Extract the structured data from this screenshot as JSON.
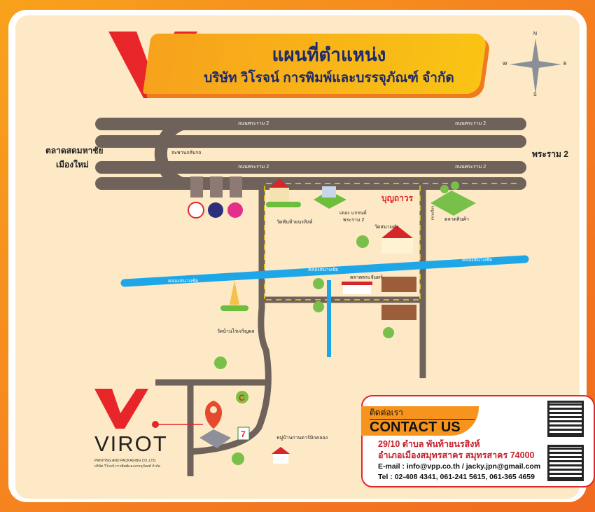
{
  "header": {
    "title": "แผนที่ตำแหน่ง",
    "subtitle": "บริษัท วิโรจน์ การพิมพ์และบรรจุภัณฑ์ จำกัด"
  },
  "compass": {
    "n": "N",
    "s": "S",
    "e": "E",
    "w": "W"
  },
  "map_labels": {
    "road_rama2": "ถนนพระราม 2",
    "uturn": "สะพานกลับรถ",
    "market_left_1": "ตลาดสดมหาชัย",
    "market_left_2": "เมืองใหม่",
    "rama2_right": "พระราม 2",
    "temple_top": "วัดพันท้ายนรสิงห์",
    "the_grand": "เดอะ แกรนด์",
    "the_grand_2": "พระราม 2",
    "boonthavorn": "บุญถาวร",
    "temple_mid": "วัดสนามคำ",
    "market_right": "ตลาดสินค้า",
    "canal": "คลองสนามชัย",
    "market_center": "ตลาดพระจันทร์",
    "temple_left": "วัดบ้านไร่เจริญผล",
    "village": "หมู่บ้านกานดาร์มิกคลอง",
    "side_road": "ถนนเลียบ"
  },
  "company": {
    "name": "VIROT",
    "sub1": "PRINTING AND PACKAGING CO.,LTD.",
    "sub2": "บริษัท วิโรจน์ การพิมพ์และบรรจุภัณฑ์ จำกัด"
  },
  "contact": {
    "heading_th": "ติดต่อเรา",
    "heading_en": "CONTACT US",
    "address1": "29/10 ตำบล พันท้ายนรสิงห์",
    "address2": "อำเภอเมืองสมุทรสาคร สมุทรสาคร 74000",
    "email": "E-mail : info@vpp.co.th  /  jacky.jpn@gmail.com",
    "tel": "Tel : 02-408 4341, 061-241 5615, 061-365 4659"
  },
  "colors": {
    "road": "#6f625a",
    "canal": "#1ea7e8",
    "accent": "#f7941d",
    "red": "#e3262a",
    "navy": "#1b2a6b"
  }
}
